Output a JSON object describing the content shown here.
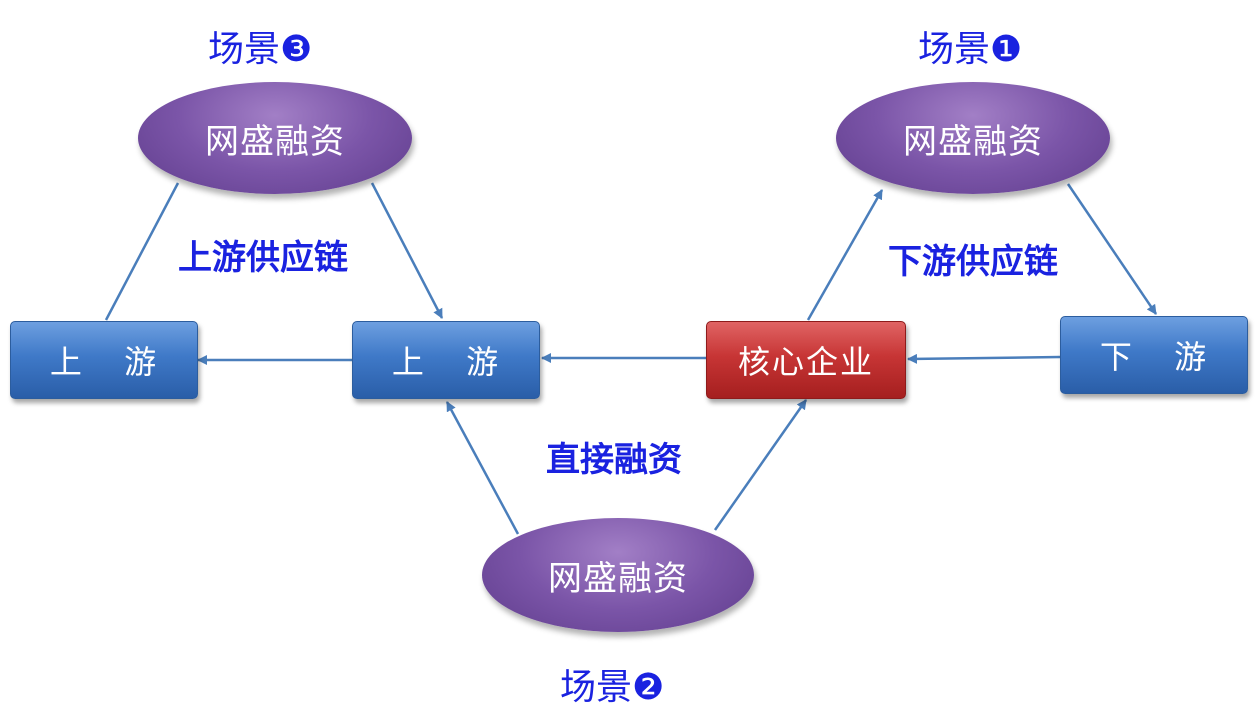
{
  "scenes": {
    "scene1": "场景❶",
    "scene2": "场景❷",
    "scene3": "场景❸"
  },
  "ellipses": {
    "top_left": "网盛融资",
    "top_right": "网盛融资",
    "bottom": "网盛融资"
  },
  "boxes": {
    "upstream_far": "上 游",
    "upstream_near": "上 游",
    "core": "核心企业",
    "downstream": "下 游"
  },
  "labels": {
    "upstream_chain": "上游供应链",
    "downstream_chain": "下游供应链",
    "direct_financing": "直接融资"
  },
  "colors": {
    "box_blue": "#3f79c8",
    "box_red": "#c73535",
    "ellipse_purple": "#7b55a8",
    "label_blue": "#1a22e0",
    "arrow": "#4a7ebb"
  }
}
